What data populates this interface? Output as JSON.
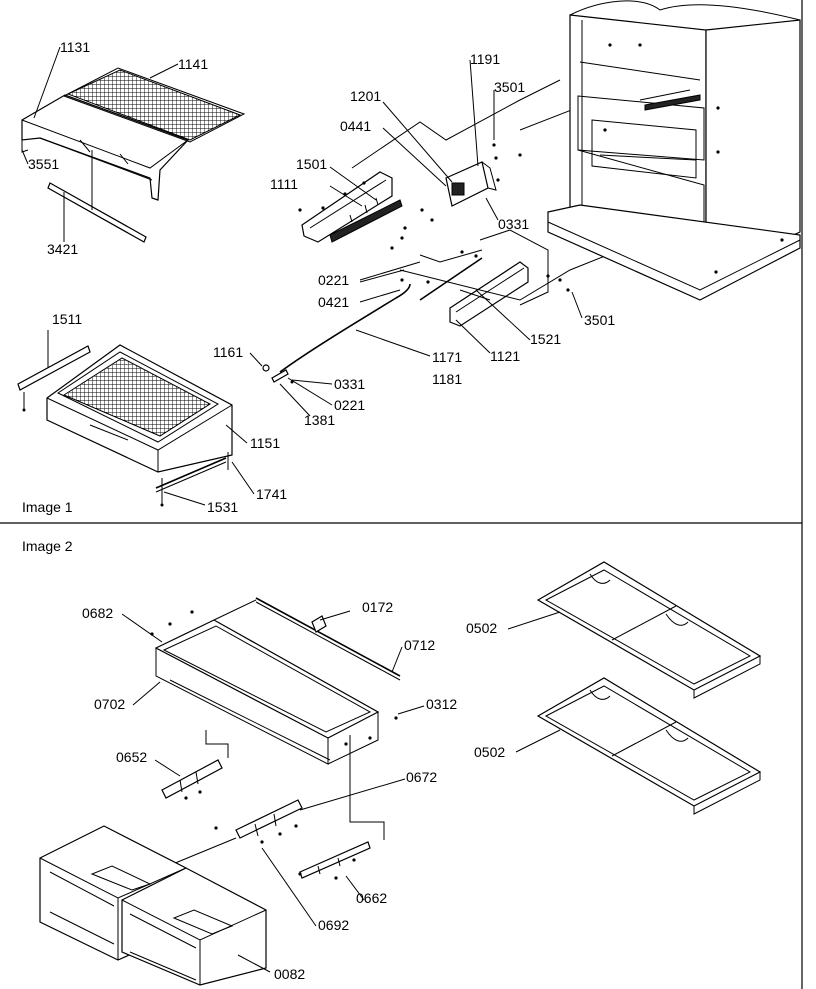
{
  "panels": [
    {
      "caption": "Image 1",
      "callouts": [
        "1131",
        "1141",
        "3551",
        "3421",
        "1511",
        "1151",
        "1531",
        "1741",
        "1161",
        "0331",
        "0221",
        "1381",
        "1171",
        "1181",
        "0221",
        "0421",
        "1201",
        "0441",
        "1501",
        "1111",
        "1191",
        "3501",
        "0331",
        "1521",
        "1121",
        "3501"
      ]
    },
    {
      "caption": "Image 2",
      "callouts": [
        "0682",
        "0172",
        "0712",
        "0702",
        "0312",
        "0652",
        "0672",
        "0662",
        "0692",
        "0082",
        "0502",
        "0502"
      ]
    }
  ]
}
